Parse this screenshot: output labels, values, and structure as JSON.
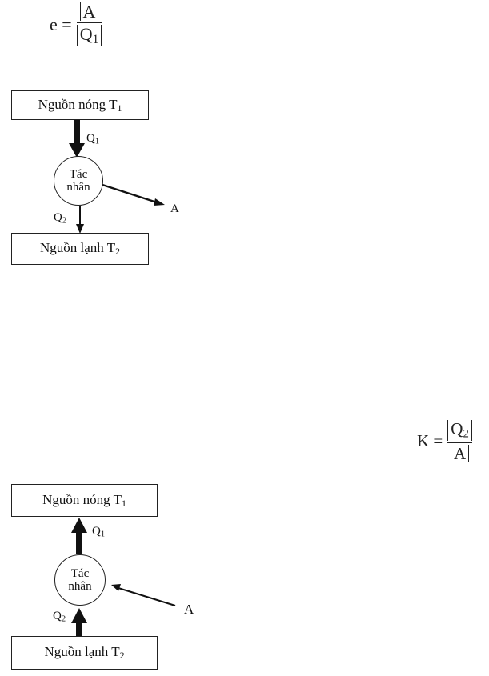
{
  "formula_engine": {
    "lhs": "e",
    "eq": "=",
    "numerator": "A",
    "denominator_base": "Q",
    "denominator_sub": "1"
  },
  "formula_fridge": {
    "lhs": "K",
    "eq": "=",
    "numerator_base": "Q",
    "numerator_sub": "2",
    "denominator": "A"
  },
  "engine_diagram": {
    "hot_source": {
      "text": "Nguồn nóng T",
      "sub": "1"
    },
    "cold_source": {
      "text": "Nguồn lạnh T",
      "sub": "2"
    },
    "agent": {
      "line1": "Tác",
      "line2": "nhân"
    },
    "q1": {
      "base": "Q",
      "sub": "1"
    },
    "q2": {
      "base": "Q",
      "sub": "2"
    },
    "work": "A"
  },
  "fridge_diagram": {
    "hot_source": {
      "text": "Nguồn nóng T",
      "sub": "1"
    },
    "cold_source": {
      "text": "Nguồn lạnh T",
      "sub": "2"
    },
    "agent": {
      "line1": "Tác",
      "line2": "nhân"
    },
    "q1": {
      "base": "Q",
      "sub": "1"
    },
    "q2": {
      "base": "Q",
      "sub": "2"
    },
    "work": "A"
  }
}
